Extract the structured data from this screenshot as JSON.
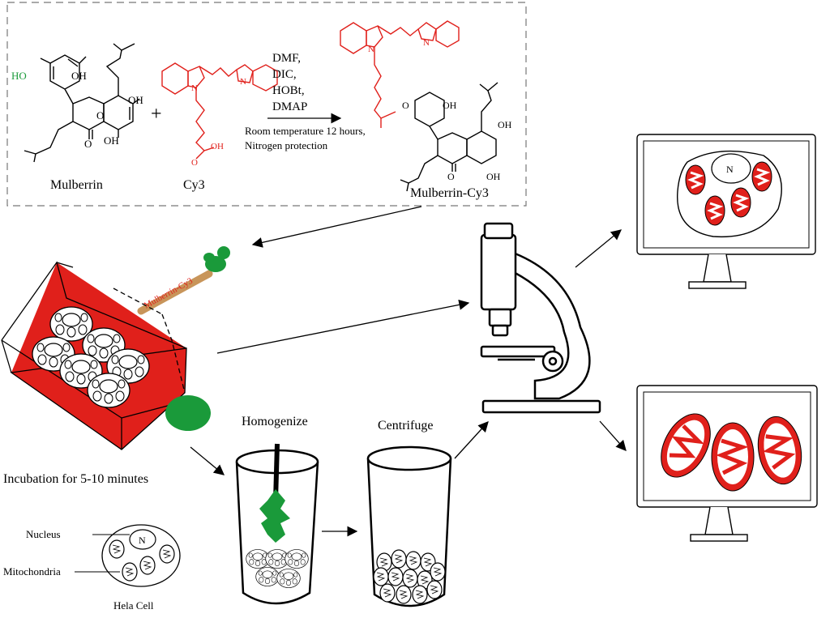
{
  "reaction": {
    "reagents": [
      "DMF,",
      "DIC,",
      "HOBt,",
      "DMAP"
    ],
    "conditions": [
      "Room temperature 12 hours,",
      "Nitrogen protection"
    ],
    "reactant1_name": "Mulberrin",
    "reactant2_name": "Cy3",
    "product_name": "Mulberrin-Cy3",
    "plus": "+",
    "atoms": {
      "OH": "OH",
      "HO": "HO",
      "O": "O",
      "N": "N",
      "Nplus": "N",
      "plus_sign": "+"
    }
  },
  "probe_label": "Mulberrin-Cy3",
  "steps": {
    "incubation": "Incubation for 5-10 minutes",
    "homogenize": "Homogenize",
    "centrifuge": "Centrifuge"
  },
  "legend": {
    "nucleus": "Nucleus",
    "mitochondria": "Mitochondria",
    "cell": "Hela Cell",
    "nucleus_letter": "N"
  },
  "monitor_top_nucleus": "N",
  "colors": {
    "red": "#e0201b",
    "green": "#1a9a3a",
    "probe_brown": "#c8955a",
    "dash": "#777777"
  }
}
